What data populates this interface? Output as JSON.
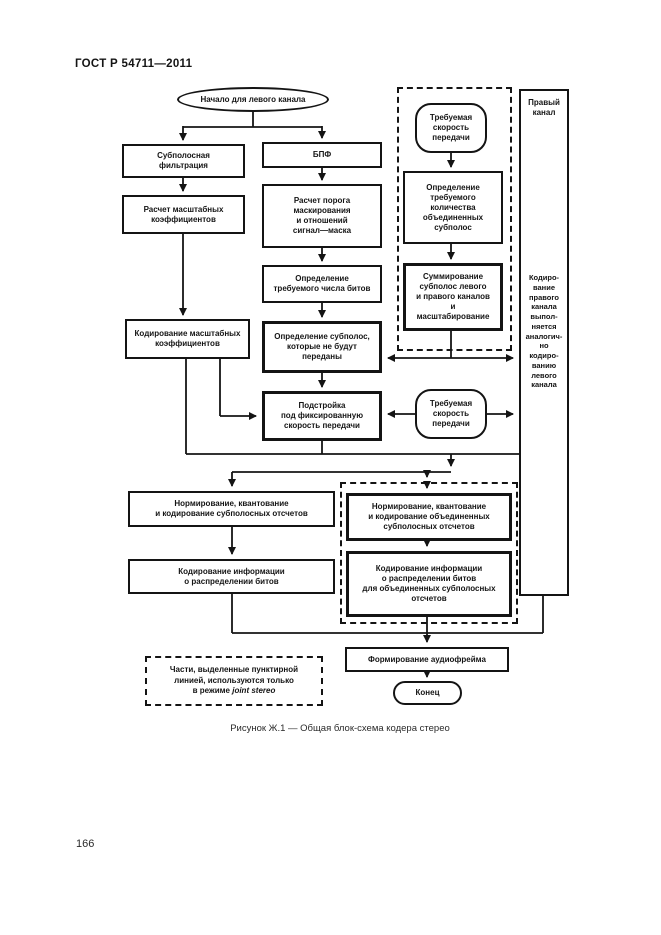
{
  "page": {
    "header": "ГОСТ Р 54711—2011",
    "caption": "Рисунок Ж.1 — Общая блок-схема кодера стерео",
    "page_number": "166"
  },
  "nodes": {
    "start": "Начало для левого канала",
    "subband": "Субполосная\nфильтрация",
    "fft": "БПФ",
    "scale_calc": "Расчет масштабных\nкоэффициентов",
    "mask": "Расчет порога\nмаскирования\nи отношений\nсигнал—маска",
    "bits": "Определение\nтребуемого числа битов",
    "scale_code": "Кодирование масштабных\nкоэффициентов",
    "skip": "Определение субполос,\nкоторые не будут\nпереданы",
    "adjust": "Подстройка\nпод фиксированную\nскорость передачи",
    "rate_top": "Требуемая\nскорость\nпередачи",
    "joint_count": "Определение\nтребуемого\nколичества\nобъединенных\nсубполос",
    "sum": "Суммирование\nсубполос левого\nи правого каналов\nи\nмасштабирование",
    "rate_bottom": "Требуемая\nскорость\nпередачи",
    "right_channel_title": "Правый\nканал",
    "right_channel_note": "Кодиро-\nвание\nправого\nканала\nвыпол-\nняется\nаналогич-\nно\nкодиро-\nванию\nлевого\nканала",
    "norm_left": "Нормирование, квантование\nи кодирование субполосных отсчетов",
    "bitinfo_left": "Кодирование информации\nо распределении битов",
    "norm_joint": "Нормирование, квантование\nи кодирование объединенных\nсубполосных отсчетов",
    "bitinfo_joint": "Кодирование информации\nо распределении битов\nдля объединенных субполосных\nотсчетов",
    "frame": "Формирование аудиофрейма",
    "end": "Конец"
  },
  "note": {
    "text": "Части, выделенные пунктирной\nлинией, используются только\nв режиме ",
    "italic": "joint stereo"
  },
  "colors": {
    "ink": "#141414",
    "paper": "#ffffff"
  }
}
